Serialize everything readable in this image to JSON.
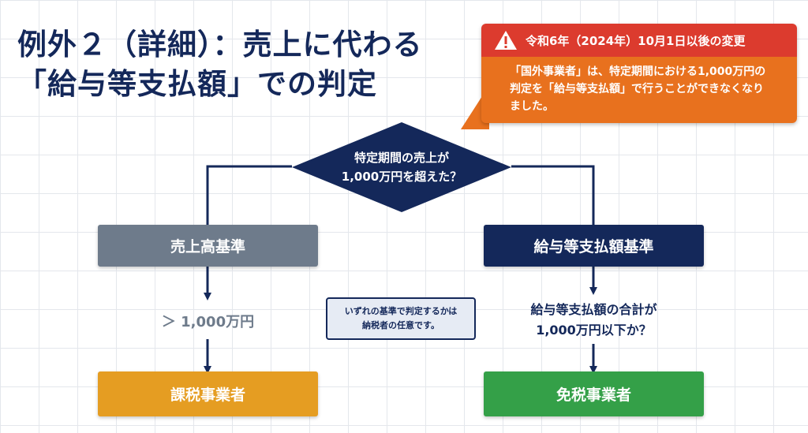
{
  "title": {
    "line1": "例外２（詳細）：売上に代わる",
    "line2": "「給与等支払額」での判定"
  },
  "callout": {
    "icon": "warning-icon",
    "heading": "令和6年（2024年）10月1日以後の変更",
    "body_line1": "「国外事業者」は、特定期間における1,000万円の",
    "body_line2": "判定を「給与等支払額」で行うことができなくなり",
    "body_line3": "ました。",
    "colors": {
      "head": "#dc3b2e",
      "body": "#e8711e"
    }
  },
  "decision": {
    "line1": "特定期間の売上が",
    "line2": "1,000万円を超えた？"
  },
  "left_branch": {
    "basis_label": "売上高基準",
    "threshold": "＞ 1,000万円",
    "result": "課税事業者"
  },
  "right_branch": {
    "basis_label": "給与等支払額基準",
    "question_line1": "給与等支払額の合計が",
    "question_line2": "1,000万円以下か？",
    "result": "免税事業者"
  },
  "note": {
    "line1": "いずれの基準で判定するかは",
    "line2": "納税者の任意です。"
  },
  "colors": {
    "navy": "#14285a",
    "gray": "#6e7b8b",
    "orange": "#e59d22",
    "green": "#34a048"
  }
}
